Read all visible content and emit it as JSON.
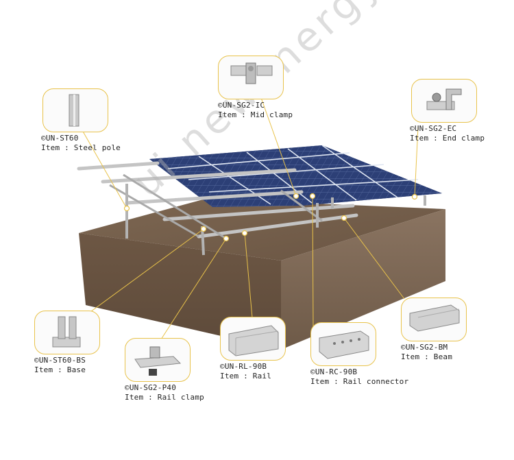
{
  "watermark": "ui newenergy",
  "colors": {
    "callout_border": "#e8c24a",
    "soil": "#6e5a47",
    "panel": "#2b3f74",
    "frame": "#b9b9b9"
  },
  "components": {
    "steel_pole": {
      "code": "©UN-ST60",
      "item": "Item : Steel pole",
      "icon": "steel-pole-icon"
    },
    "mid_clamp": {
      "code": "©UN-SG2-IC",
      "item": "Item : Mid clamp",
      "icon": "mid-clamp-icon"
    },
    "end_clamp": {
      "code": "©UN-SG2-EC",
      "item": "Item : End clamp",
      "icon": "end-clamp-icon"
    },
    "base": {
      "code": "©UN-ST60-BS",
      "item": "Item : Base",
      "icon": "base-icon"
    },
    "rail_clamp": {
      "code": "©UN-SG2-P40",
      "item": "Item : Rail clamp",
      "icon": "rail-clamp-icon"
    },
    "rail": {
      "code": "©UN-RL-90B",
      "item": "Item : Rail",
      "icon": "rail-icon"
    },
    "rail_connector": {
      "code": "©UN-RC-90B",
      "item": "Item : Rail connector",
      "icon": "rail-connector-icon"
    },
    "beam": {
      "code": "©UN-SG2-BM",
      "item": "Item : Beam",
      "icon": "beam-icon"
    }
  }
}
